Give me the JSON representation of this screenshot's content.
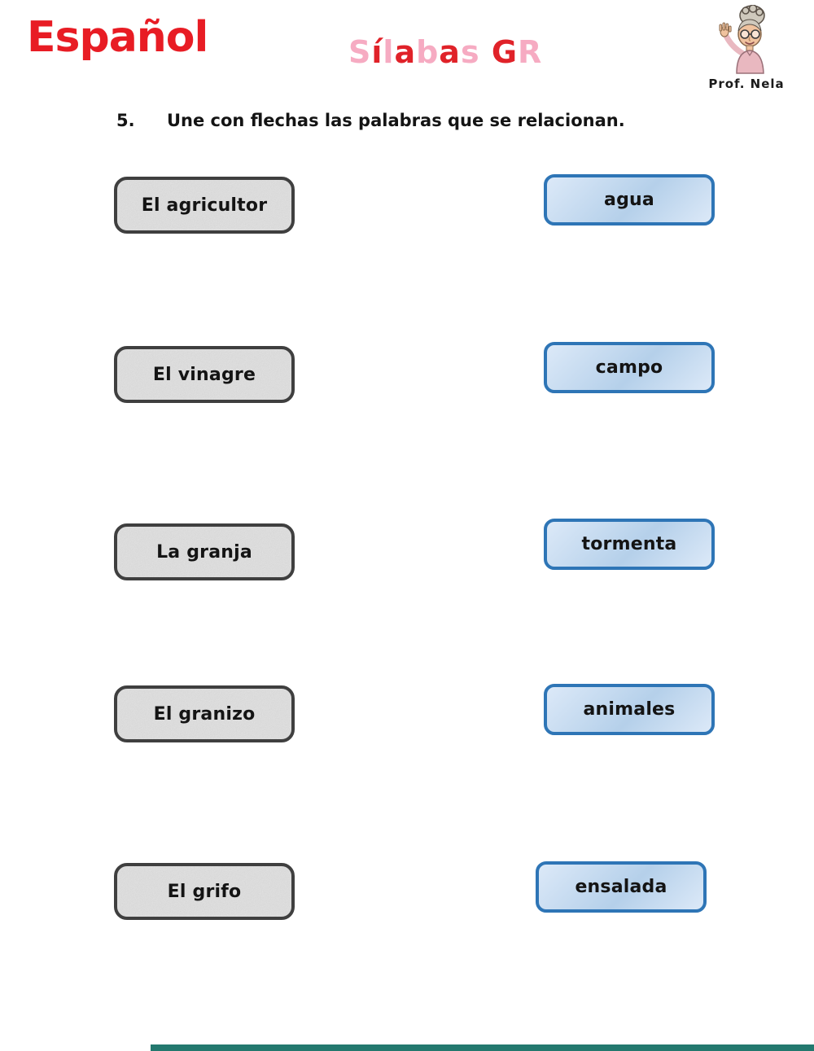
{
  "page": {
    "subject_title": "Español",
    "teacher_label": "Prof. Nela"
  },
  "lesson_title": {
    "text": "Sílabas GR",
    "letters": [
      {
        "ch": "S",
        "color": "#f6abc2"
      },
      {
        "ch": "í",
        "color": "#e02229"
      },
      {
        "ch": "l",
        "color": "#f6abc2"
      },
      {
        "ch": "a",
        "color": "#e02229"
      },
      {
        "ch": "b",
        "color": "#f6abc2"
      },
      {
        "ch": "a",
        "color": "#e02229"
      },
      {
        "ch": "s",
        "color": "#f6abc2"
      },
      {
        "ch": " ",
        "color": ""
      },
      {
        "ch": "G",
        "color": "#e02229"
      },
      {
        "ch": "R",
        "color": "#f6abc2"
      }
    ]
  },
  "exercise": {
    "number": "5.",
    "instruction": "Une con flechas las palabras que se relacionan.",
    "pairs": [
      {
        "left": "El agricultor",
        "right": "agua"
      },
      {
        "left": "El vinagre",
        "right": "campo"
      },
      {
        "left": "La granja",
        "right": "tormenta"
      },
      {
        "left": "El granizo",
        "right": "animales"
      },
      {
        "left": "El grifo",
        "right": "ensalada"
      }
    ]
  },
  "colors": {
    "title_red": "#e81c24",
    "title_pink": "#f6abc2",
    "text_black": "#141414",
    "left_card_border": "#3f3f3f",
    "left_card_fill": "#ebebeb",
    "right_card_border": "#2e75b6",
    "right_card_fill_light": "#dce9f8",
    "right_card_fill_dark": "#b5d0ea",
    "footer_bar": "#23786e"
  }
}
